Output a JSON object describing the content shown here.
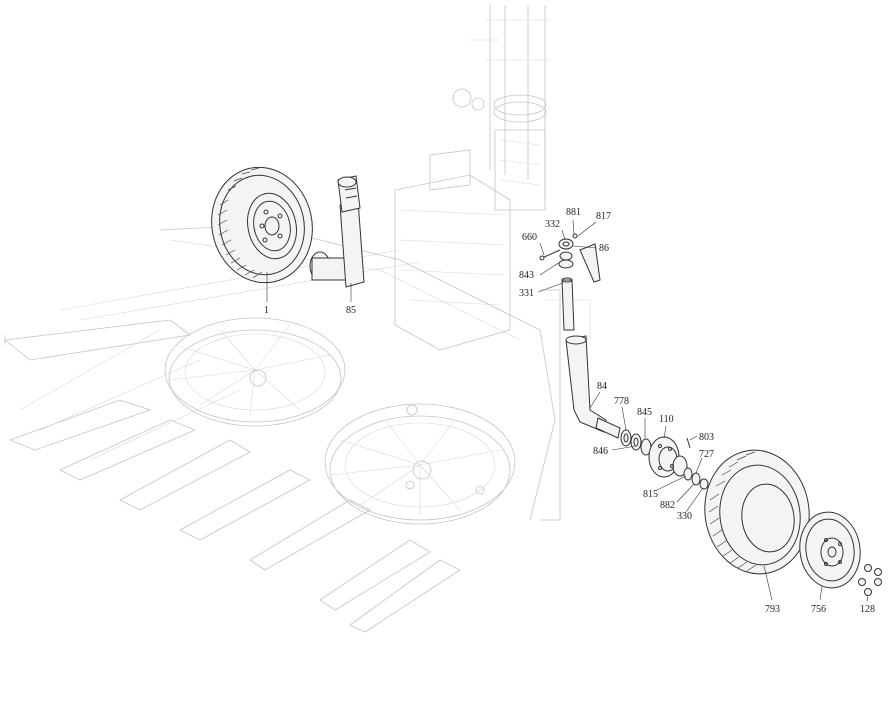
{
  "diagram": {
    "callouts": [
      {
        "id": "c-1",
        "text": "1"
      },
      {
        "id": "c-85",
        "text": "85"
      },
      {
        "id": "c-660",
        "text": "660"
      },
      {
        "id": "c-332",
        "text": "332"
      },
      {
        "id": "c-881",
        "text": "881"
      },
      {
        "id": "c-817",
        "text": "817"
      },
      {
        "id": "c-86",
        "text": "86"
      },
      {
        "id": "c-843",
        "text": "843"
      },
      {
        "id": "c-331",
        "text": "331"
      },
      {
        "id": "c-84",
        "text": "84"
      },
      {
        "id": "c-778",
        "text": "778"
      },
      {
        "id": "c-845",
        "text": "845"
      },
      {
        "id": "c-110",
        "text": "110"
      },
      {
        "id": "c-803",
        "text": "803"
      },
      {
        "id": "c-846",
        "text": "846"
      },
      {
        "id": "c-727",
        "text": "727"
      },
      {
        "id": "c-815",
        "text": "815"
      },
      {
        "id": "c-882",
        "text": "882"
      },
      {
        "id": "c-330",
        "text": "330"
      },
      {
        "id": "c-793",
        "text": "793"
      },
      {
        "id": "c-756",
        "text": "756"
      },
      {
        "id": "c-128",
        "text": "128"
      }
    ]
  }
}
